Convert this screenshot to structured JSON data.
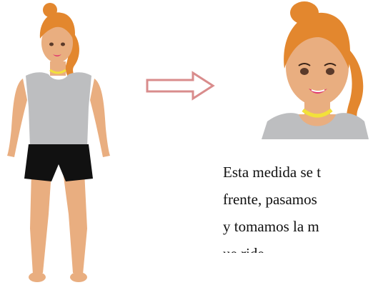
{
  "illustration": {
    "full_figure": "woman-full-body-figure",
    "arrow": "right-arrow-icon",
    "portrait": "woman-head-closeup",
    "colors": {
      "skin": "#E9AE80",
      "hair": "#E3872E",
      "top": "#BDBEC0",
      "shorts": "#111111",
      "necklace": "#F2E13A",
      "lips": "#E0356E",
      "arrow_outline": "#D98C8C"
    }
  },
  "text": {
    "line1": "Esta medida se t",
    "line2": "frente, pasamos",
    "line3": "y tomamos la m",
    "line4": "ue      ride"
  }
}
